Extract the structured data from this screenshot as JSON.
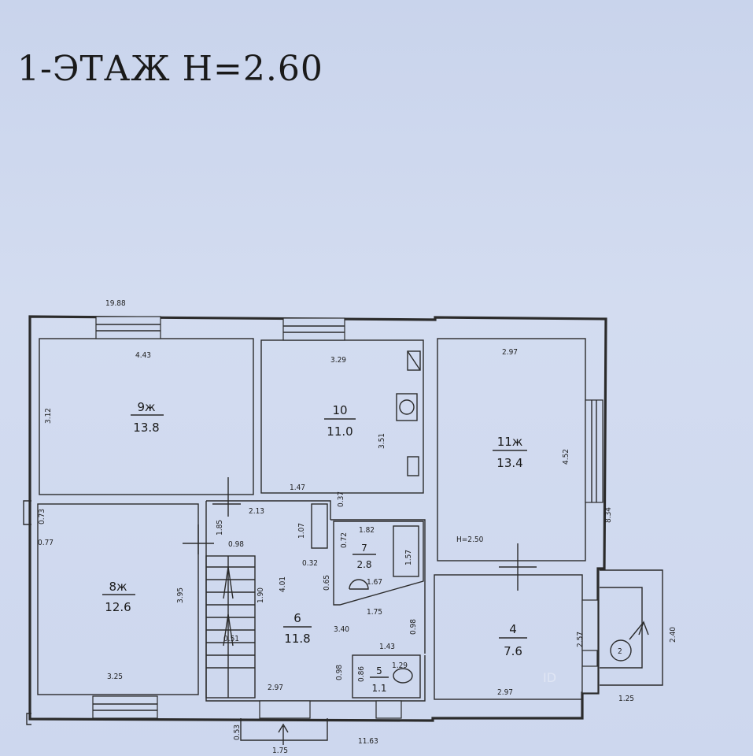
{
  "title": "1-ЭТАЖ  H=2.60",
  "rooms": [
    {
      "id": "9",
      "number": "9ж",
      "area": "13.8"
    },
    {
      "id": "10",
      "number": "10",
      "area": "11.0"
    },
    {
      "id": "11",
      "number": "11ж",
      "area": "13.4"
    },
    {
      "id": "8",
      "number": "8ж",
      "area": "12.6"
    },
    {
      "id": "7",
      "number": "7",
      "area": "2.8"
    },
    {
      "id": "6",
      "number": "6",
      "area": "11.8"
    },
    {
      "id": "5",
      "number": "5",
      "area": "1.1"
    },
    {
      "id": "4",
      "number": "4",
      "area": "7.6"
    }
  ],
  "dimensions": {
    "overall_width_top": "19.88",
    "overall_width_bottom": "11.63",
    "right_height": "8.34",
    "r9_width": "4.43",
    "r9_height": "3.12",
    "r10_width": "3.29",
    "r10_height": "3.51",
    "r11_width": "2.97",
    "r11_height": "4.52",
    "r8_width": "3.25",
    "r8_height": "3.95",
    "r8_a": "0.73",
    "r8_b": "0.77",
    "corr_a": "2.13",
    "corr_b": "1.47",
    "corr_c": "1.07",
    "corr_d": "0.37",
    "corr_e": "1.85",
    "corr_f": "0.98",
    "r7_a": "1.82",
    "r7_b": "0.72",
    "r7_c": "1.57",
    "r7_d": "0.32",
    "r7_e": "1.67",
    "r7_f": "0.65",
    "r6_a": "4.01",
    "r6_b": "1.90",
    "r6_c": "3.40",
    "r6_d": "0.51",
    "r6_e": "1.75",
    "r6_f": "0.98",
    "r6_g": "2.97",
    "r5_a": "1.43",
    "r5_b": "1.29",
    "r5_c": "0.86",
    "r5_d": "0.98",
    "r4_width": "2.97",
    "r4_height": "2.57",
    "porch_a": "0.53",
    "porch_b": "1.75",
    "porch_c": "1.25",
    "porch_d": "2.40"
  },
  "height_note": "H=2.50",
  "stair_marker": "2",
  "watermark": "ID"
}
